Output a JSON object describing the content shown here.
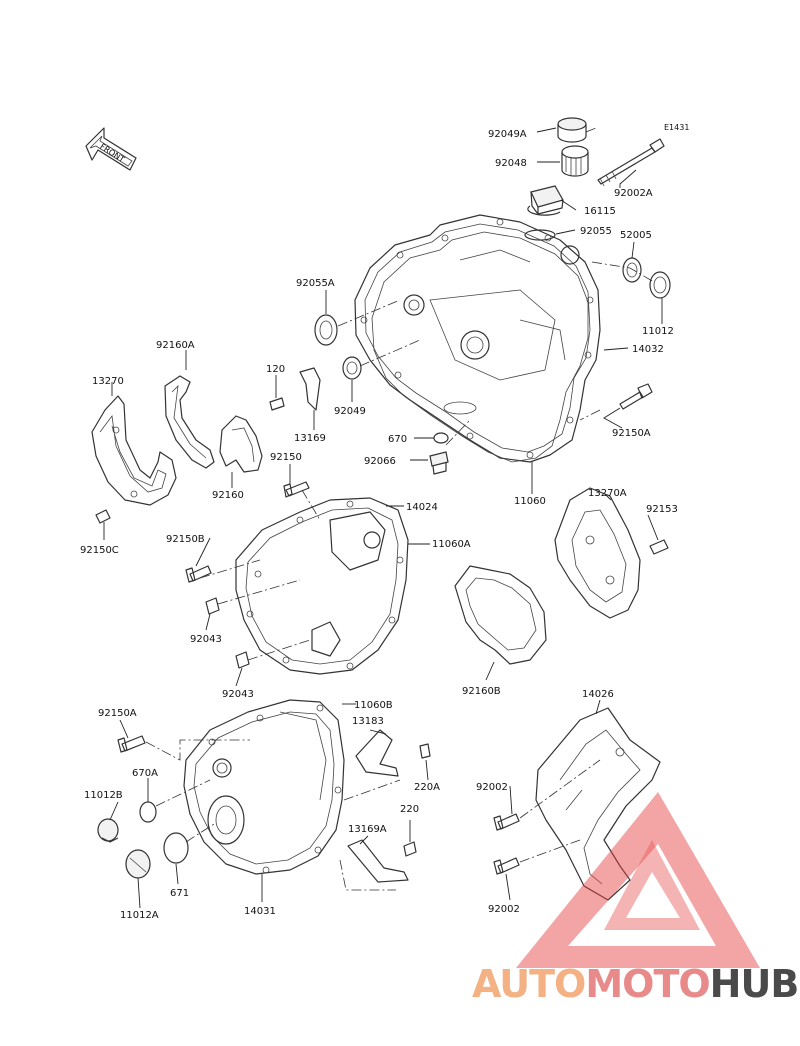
{
  "diagram": {
    "drawing_code": "E1431",
    "front_label": "FRONT",
    "labels": {
      "p92049A": "92049A",
      "p92048": "92048",
      "p92002A": "92002A",
      "p16115": "16115",
      "p92055": "92055",
      "p52005": "52005",
      "p92055A": "92055A",
      "p11012": "11012",
      "p14032": "14032",
      "p92160A": "92160A",
      "p120": "120",
      "p13270": "13270",
      "p92049": "92049",
      "p13169": "13169",
      "p92150A_top": "92150A",
      "p670": "670",
      "p92066": "92066",
      "p92150": "92150",
      "p92160": "92160",
      "p11060": "11060",
      "p14024": "14024",
      "p13270A": "13270A",
      "p92153": "92153",
      "p92150C": "92150C",
      "p11060A": "11060A",
      "p92150B": "92150B",
      "p92043_a": "92043",
      "p92043_b": "92043",
      "p92160B": "92160B",
      "p11060B": "11060B",
      "p14026": "14026",
      "p92150A_bot": "92150A",
      "p13183": "13183",
      "p670A": "670A",
      "p220A": "220A",
      "p11012B": "11012B",
      "p92002_a": "92002",
      "p220": "220",
      "p13169A": "13169A",
      "p671": "671",
      "p11012A": "11012A",
      "p14031": "14031",
      "p92002_b": "92002"
    }
  },
  "watermark": {
    "part1": "AUTO",
    "part2": "MOTO",
    "part3": "HUB",
    "color1": "#f4b183",
    "color2": "#e88a8a",
    "color3": "#4a4a4a",
    "logo_color": "#e63c3c"
  }
}
